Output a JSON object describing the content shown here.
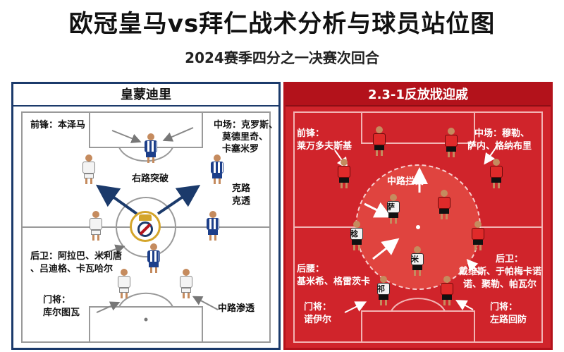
{
  "title": "欧冠皇马vs拜仁战术分析与球员站位图",
  "subtitle": "2024赛季四分之一决赛次回合",
  "colors": {
    "left_border": "#1b3a6b",
    "right_bg": "#d0242b",
    "right_header": "#b3121b",
    "pitch_left": "#ffffff",
    "crest_gold": "#d4a52a"
  },
  "left": {
    "header": "皇蒙迪里",
    "labels": {
      "forward": "前锋：本泽马",
      "midfield_1": "中场：克罗斯、",
      "midfield_2": "莫德里奇、",
      "midfield_3": "卡塞米罗",
      "right_breakthrough": "右路突破",
      "keluke_1": "克路",
      "keluke_2": "克透",
      "defense_1": "后卫：阿拉巴、米利唐",
      "defense_2": "、吕迪格、卡瓦哈尔",
      "keeper_1": "门将：",
      "keeper_2": "库尔图瓦",
      "center_penetration": "中路渗透"
    },
    "crest_icon": "real-madrid-crest-icon"
  },
  "right": {
    "header": "2.3-1反放戕迎戚",
    "labels": {
      "forward_1": "前锋：",
      "forward_2": "莱万多夫斯基",
      "midfield_1": "中场：穆勒、",
      "midfield_2": "萨内、格纳布里",
      "center_intercept": "中路拦截",
      "dm_1": "后腰：",
      "dm_2": "基米希、格雷茨卡",
      "defense_1": "后卫：",
      "defense_2": "戴维斯、于帕梅卡诺",
      "defense_3": "诺、聚勒、帕瓦尔",
      "keeper_1": "门将：",
      "keeper_2": "诺伊尔",
      "left_recovery_1": "门将：",
      "left_recovery_2": "左路回防"
    },
    "jersey_marks": {
      "a": "萨",
      "b": "稔",
      "c": "米",
      "d": "祁"
    }
  }
}
